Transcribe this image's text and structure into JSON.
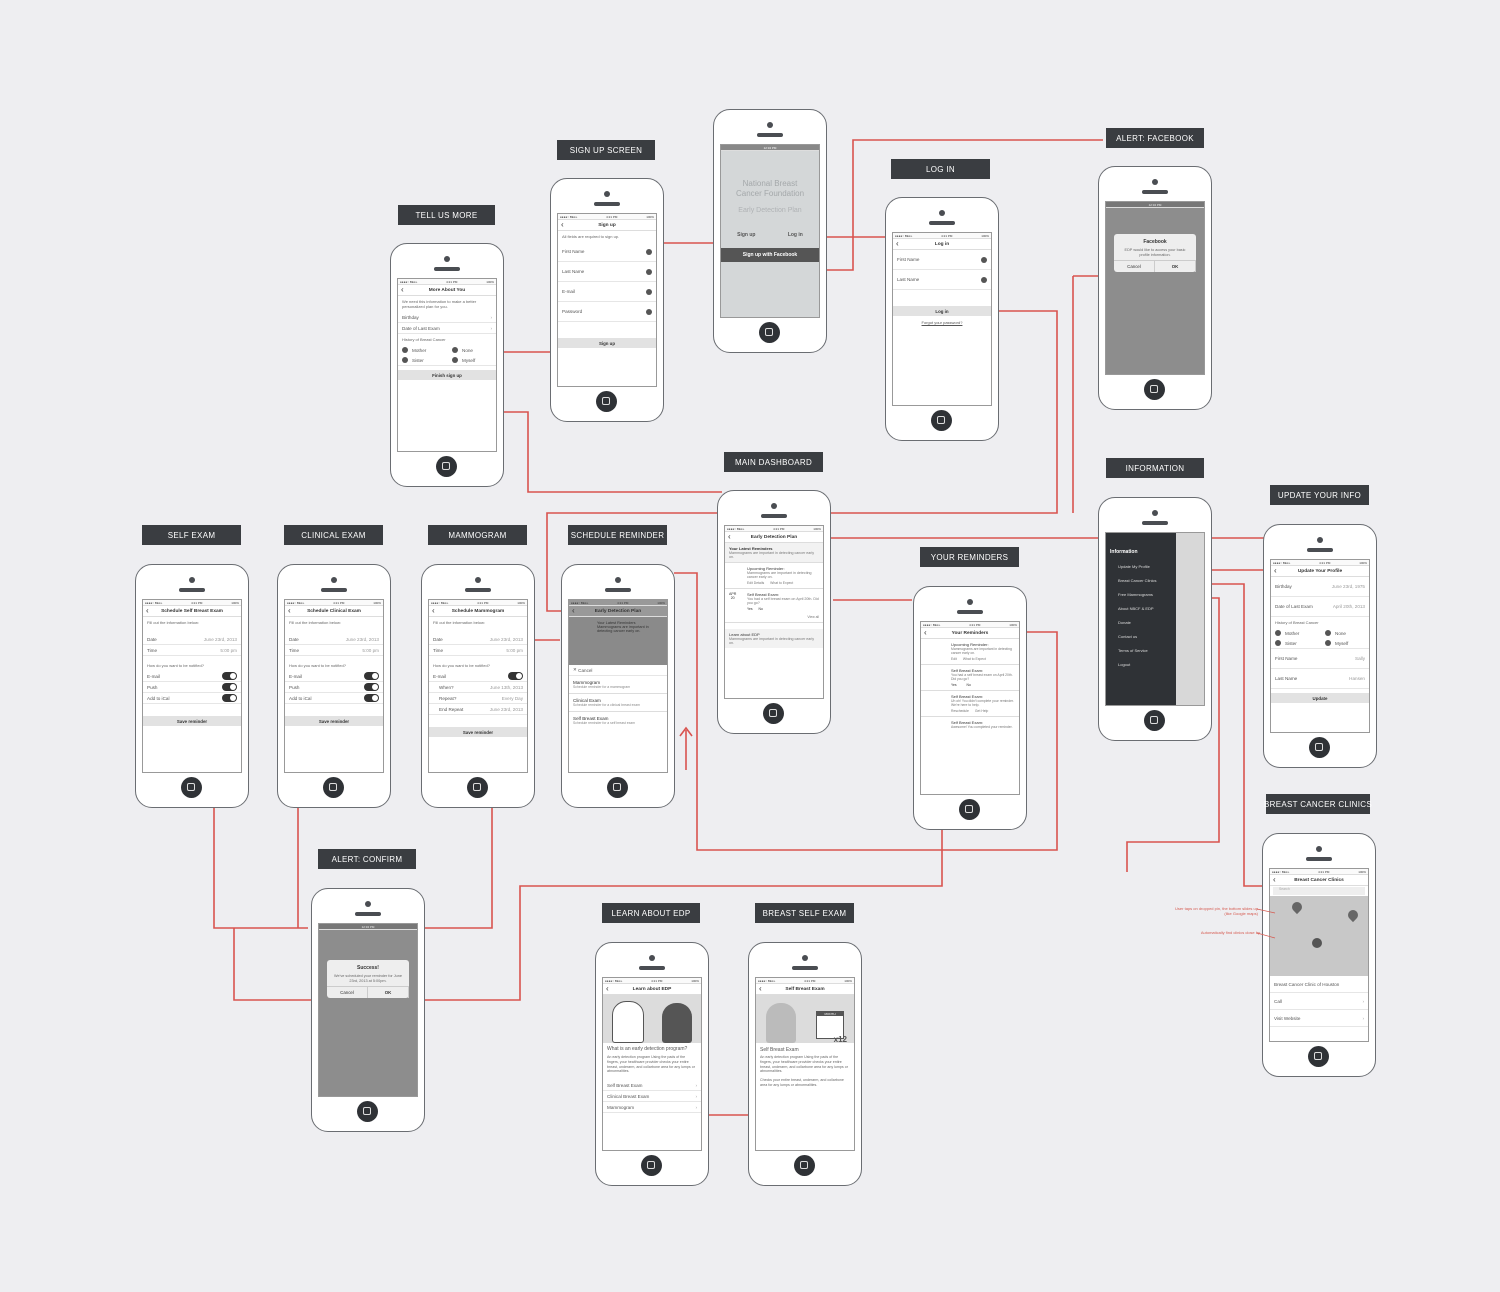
{
  "labels": {
    "tell_us_more": "TELL US MORE",
    "sign_up_screen": "SIGN UP SCREEN",
    "log_in": "LOG IN",
    "alert_facebook": "ALERT: FACEBOOK",
    "main_dashboard": "MAIN DASHBOARD",
    "information": "INFORMATION",
    "update_your_info": "UPDATE YOUR INFO",
    "self_exam": "SELF EXAM",
    "clinical_exam": "CLINICAL EXAM",
    "mammogram": "MAMMOGRAM",
    "schedule_reminder": "SCHEDULE REMINDER",
    "your_reminders": "YOUR REMINDERS",
    "breast_cancer_clinics": "BREAST CANCER CLINICS",
    "alert_confirm": "ALERT: CONFIRM",
    "learn_about_edp": "LEARN ABOUT EDP",
    "breast_self_exam": "BREAST SELF EXAM"
  },
  "status": {
    "carrier": "●●●●○ BELL",
    "time": "4:21 PM",
    "battery": "100%",
    "alt_time": "12:34 PM"
  },
  "tell_us_more": {
    "title": "More About You",
    "note": "We need this information to make a better personalized plan for you.",
    "birthday": "Birthday",
    "last_exam": "Date of Last Exam",
    "history": "History of Breast Cancer",
    "mother": "Mother",
    "none": "None",
    "sister": "Sister",
    "myself": "Myself",
    "finish": "Finish sign up"
  },
  "sign_up": {
    "title": "Sign up",
    "note": "All fields are required to sign up.",
    "first": "First Name",
    "last": "Last Name",
    "email": "E-mail",
    "password": "Password",
    "button": "Sign up"
  },
  "splash": {
    "line1": "National Breast",
    "line2": "Cancer Foundation",
    "line3": "Early Detection Plan",
    "signup": "Sign up",
    "login": "Log in",
    "facebook": "Sign up with Facebook"
  },
  "login": {
    "title": "Log in",
    "first": "First Name",
    "last": "Last Name",
    "button": "Log in",
    "forgot": "Forgot your password?"
  },
  "facebook_alert": {
    "title": "Facebook",
    "msg": "EDP would like to access your basic profile information.",
    "cancel": "Cancel",
    "ok": "OK"
  },
  "dashboard": {
    "title": "Early Detection Plan",
    "latest": "Your Latest Reminders",
    "latest_note": "Mammograms are important in detecting cancer early on.",
    "upcoming": "Upcoming Reminder:",
    "upcoming_note": "Mammograms are important in detecting cancer early on.",
    "edit": "Edit Details",
    "expect": "What to Expect",
    "date1_m": "APR",
    "date1_d": "20",
    "self": "Self Breast Exam:",
    "self_note": "You had a self breast exam on April 20th. Did you go?",
    "yes": "Yes",
    "no": "No",
    "view_all": "View all",
    "learn": "Learn about EDP",
    "learn_note": "Mammograms are important in detecting cancer early on."
  },
  "information": {
    "title": "Information",
    "items": [
      "Update My Profile",
      "Breast Cancer Clinics",
      "Free Mammograms",
      "About NBCF & EDP",
      "Donate",
      "Contact us",
      "Terms of Service",
      "Logout"
    ]
  },
  "update_info": {
    "title": "Update Your Profile",
    "birthday": "Birthday",
    "birthday_val": "June 23rd, 1975",
    "last_exam": "Date of Last Exam",
    "last_exam_val": "April 20th, 2013",
    "history": "History of Breast Cancer",
    "mother": "Mother",
    "none": "None",
    "sister": "Sister",
    "myself": "Myself",
    "first": "First Name",
    "first_val": "Sally",
    "last": "Last Name",
    "last_val": "Hansen",
    "button": "Update"
  },
  "self_exam": {
    "title": "Schedule Self Breast Exam",
    "note": "Fill out the information below:",
    "date": "Date",
    "date_val": "June 23rd, 2013",
    "time": "Time",
    "time_val": "5:00 pm",
    "notify": "How do you want to be notified?",
    "email": "E-mail",
    "push": "Push",
    "ical": "Add to iCal",
    "button": "Save reminder"
  },
  "clinical_exam": {
    "title": "Schedule Clinical Exam",
    "note": "Fill out the information below:",
    "date": "Date",
    "date_val": "June 23rd, 2013",
    "time": "Time",
    "time_val": "5:00 pm",
    "notify": "How do you want to be notified?",
    "email": "E-mail",
    "push": "Push",
    "ical": "Add to iCal",
    "button": "Save reminder"
  },
  "mammogram": {
    "title": "Schedule Mammogram",
    "note": "Fill out the information below:",
    "date": "Date",
    "date_val": "June 23rd, 2013",
    "time": "Time",
    "time_val": "5:00 pm",
    "notify": "How do you want to be notified?",
    "email": "E-mail",
    "when": "When?",
    "when_val": "June 13th, 2013",
    "repeat": "Repeat?",
    "repeat_val": "Every Day",
    "end": "End Repeat",
    "end_val": "June 23rd, 2013",
    "button": "Save reminder"
  },
  "schedule_reminder": {
    "title": "Early Detection Plan",
    "latest": "Your Latest Reminders",
    "latest_note": "Mammograms are important in detecting cancer early on.",
    "cancel": "Cancel",
    "mammo": "Mammogram",
    "mammo_note": "Schedule reminder for a mammogram",
    "clinical": "Clinical Exam",
    "clinical_note": "Schedule reminder for a clinical breast exam",
    "self": "Self Breast Exam",
    "self_note": "Schedule reminder for a self breast exam"
  },
  "reminders": {
    "title": "Your Reminders",
    "upcoming": "Upcoming Reminder:",
    "upcoming_note": "Mammograms are important in detecting cancer early on.",
    "edit": "Edit",
    "expect": "What to Expect",
    "self1": "Self Breast Exam:",
    "self1_note": "You had a self breast exam on April 20th. Did you go?",
    "yes": "Yes",
    "no": "No",
    "self2": "Self Breast Exam:",
    "self2_note": "Uh oh! You didn't complete your reminder. We're here to help.",
    "reschedule": "Reschedule",
    "get_help": "Get Help",
    "self3": "Self Breast Exam:",
    "self3_note": "Awesome! You completed your reminder."
  },
  "clinics": {
    "title": "Breast Cancer Clinics",
    "search": "Search",
    "name": "Breast Cancer Clinic of Houston",
    "call": "Call",
    "web": "Visit Website",
    "note1": "User taps on dropped pin, the bottom slides up (like Google maps)",
    "note2": "Automatically find clinics close by"
  },
  "confirm_alert": {
    "title": "Success!",
    "msg": "We've scheduled your reminder for June 23rd, 2013 at 5:00pm.",
    "cancel": "Cancel",
    "ok": "OK"
  },
  "learn_edp": {
    "title": "Learn about EDP",
    "q": "What is an early detection program?",
    "body": "An early detection program Using the pads of the fingers, your healthcare provider checks your entire breast, underarm, and collarbone area for any lumps or abnormalities.",
    "l1": "Self Breast Exam",
    "l2": "Clinical Breast Exam",
    "l3": "Mammogram"
  },
  "breast_self": {
    "title": "Self Breast Exam",
    "heading": "Self Breast Exam",
    "body": "An early detection program Using the pads of the fingers, your healthcare provider checks your entire breast, underarm, and collarbone area for any lumps or abnormalities.",
    "body2": "Checks your entire breast, underarm, and collarbone area for any lumps or abnormalities.",
    "badge": "x12",
    "month": "MONTH"
  },
  "colors": {
    "link": "#d9534f",
    "label_bg": "#3a3d41"
  }
}
